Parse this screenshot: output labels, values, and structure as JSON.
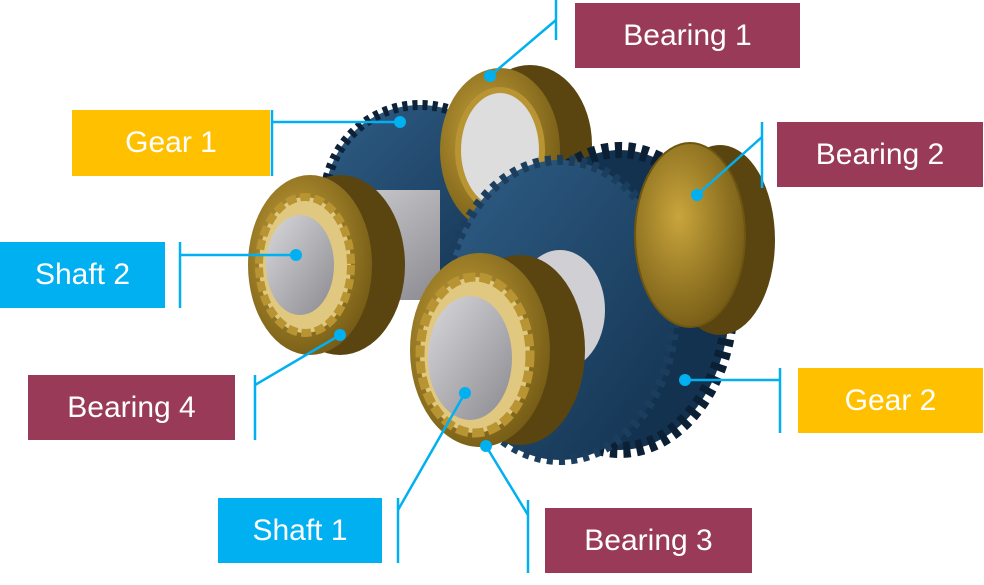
{
  "labels": {
    "bearing1": "Bearing  1",
    "bearing2": "Bearing 2",
    "bearing3": "Bearing 3",
    "bearing4": "Bearing 4",
    "gear1": "Gear 1",
    "gear2": "Gear 2",
    "shaft1": "Shaft 1",
    "shaft2": "Shaft 2"
  },
  "colors": {
    "bearing": "#993a58",
    "gear": "#ffc000",
    "shaft": "#00b0f0",
    "leader": "#00b0f0"
  }
}
